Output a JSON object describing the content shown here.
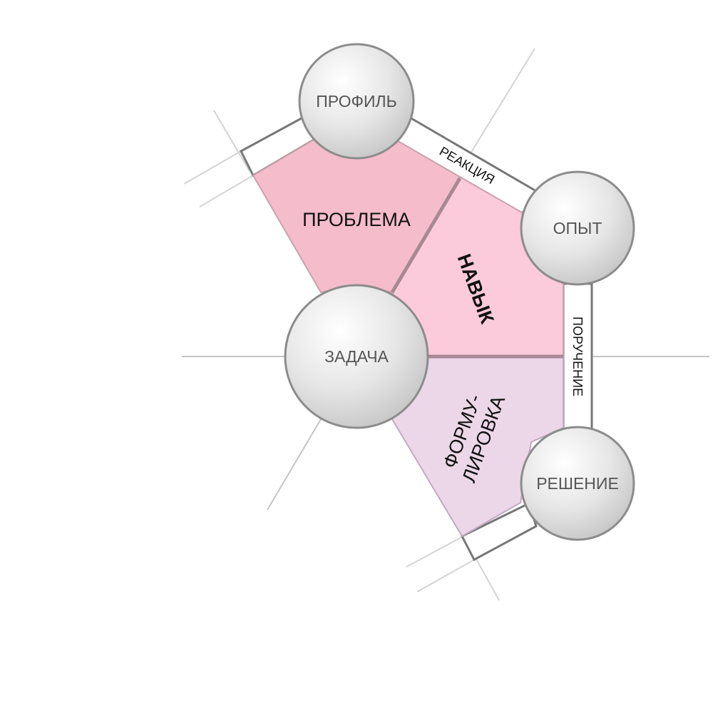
{
  "nodes": {
    "profile": "ПРОФИЛЬ",
    "experience": "ОПЫТ",
    "task": "ЗАДАЧА",
    "solution": "РЕШЕНИЕ"
  },
  "regions": {
    "problem": "ПРОБЛЕМА",
    "skill": "НАВЫК",
    "formulation_line1": "ФОРМУ-",
    "formulation_line2": "ЛИРОВКА"
  },
  "links": {
    "reaction": "РЕАКЦИЯ",
    "assignment": "ПОРУЧЕНИЕ"
  },
  "colors": {
    "problem_fill": "#f5bccb",
    "skill_fill": "#fbcadb",
    "formulation_fill": "#ecd7e9",
    "node_gradient_light": "#ffffff",
    "node_gradient_dark": "#c4c4c4",
    "node_border": "#8c8c8c"
  }
}
